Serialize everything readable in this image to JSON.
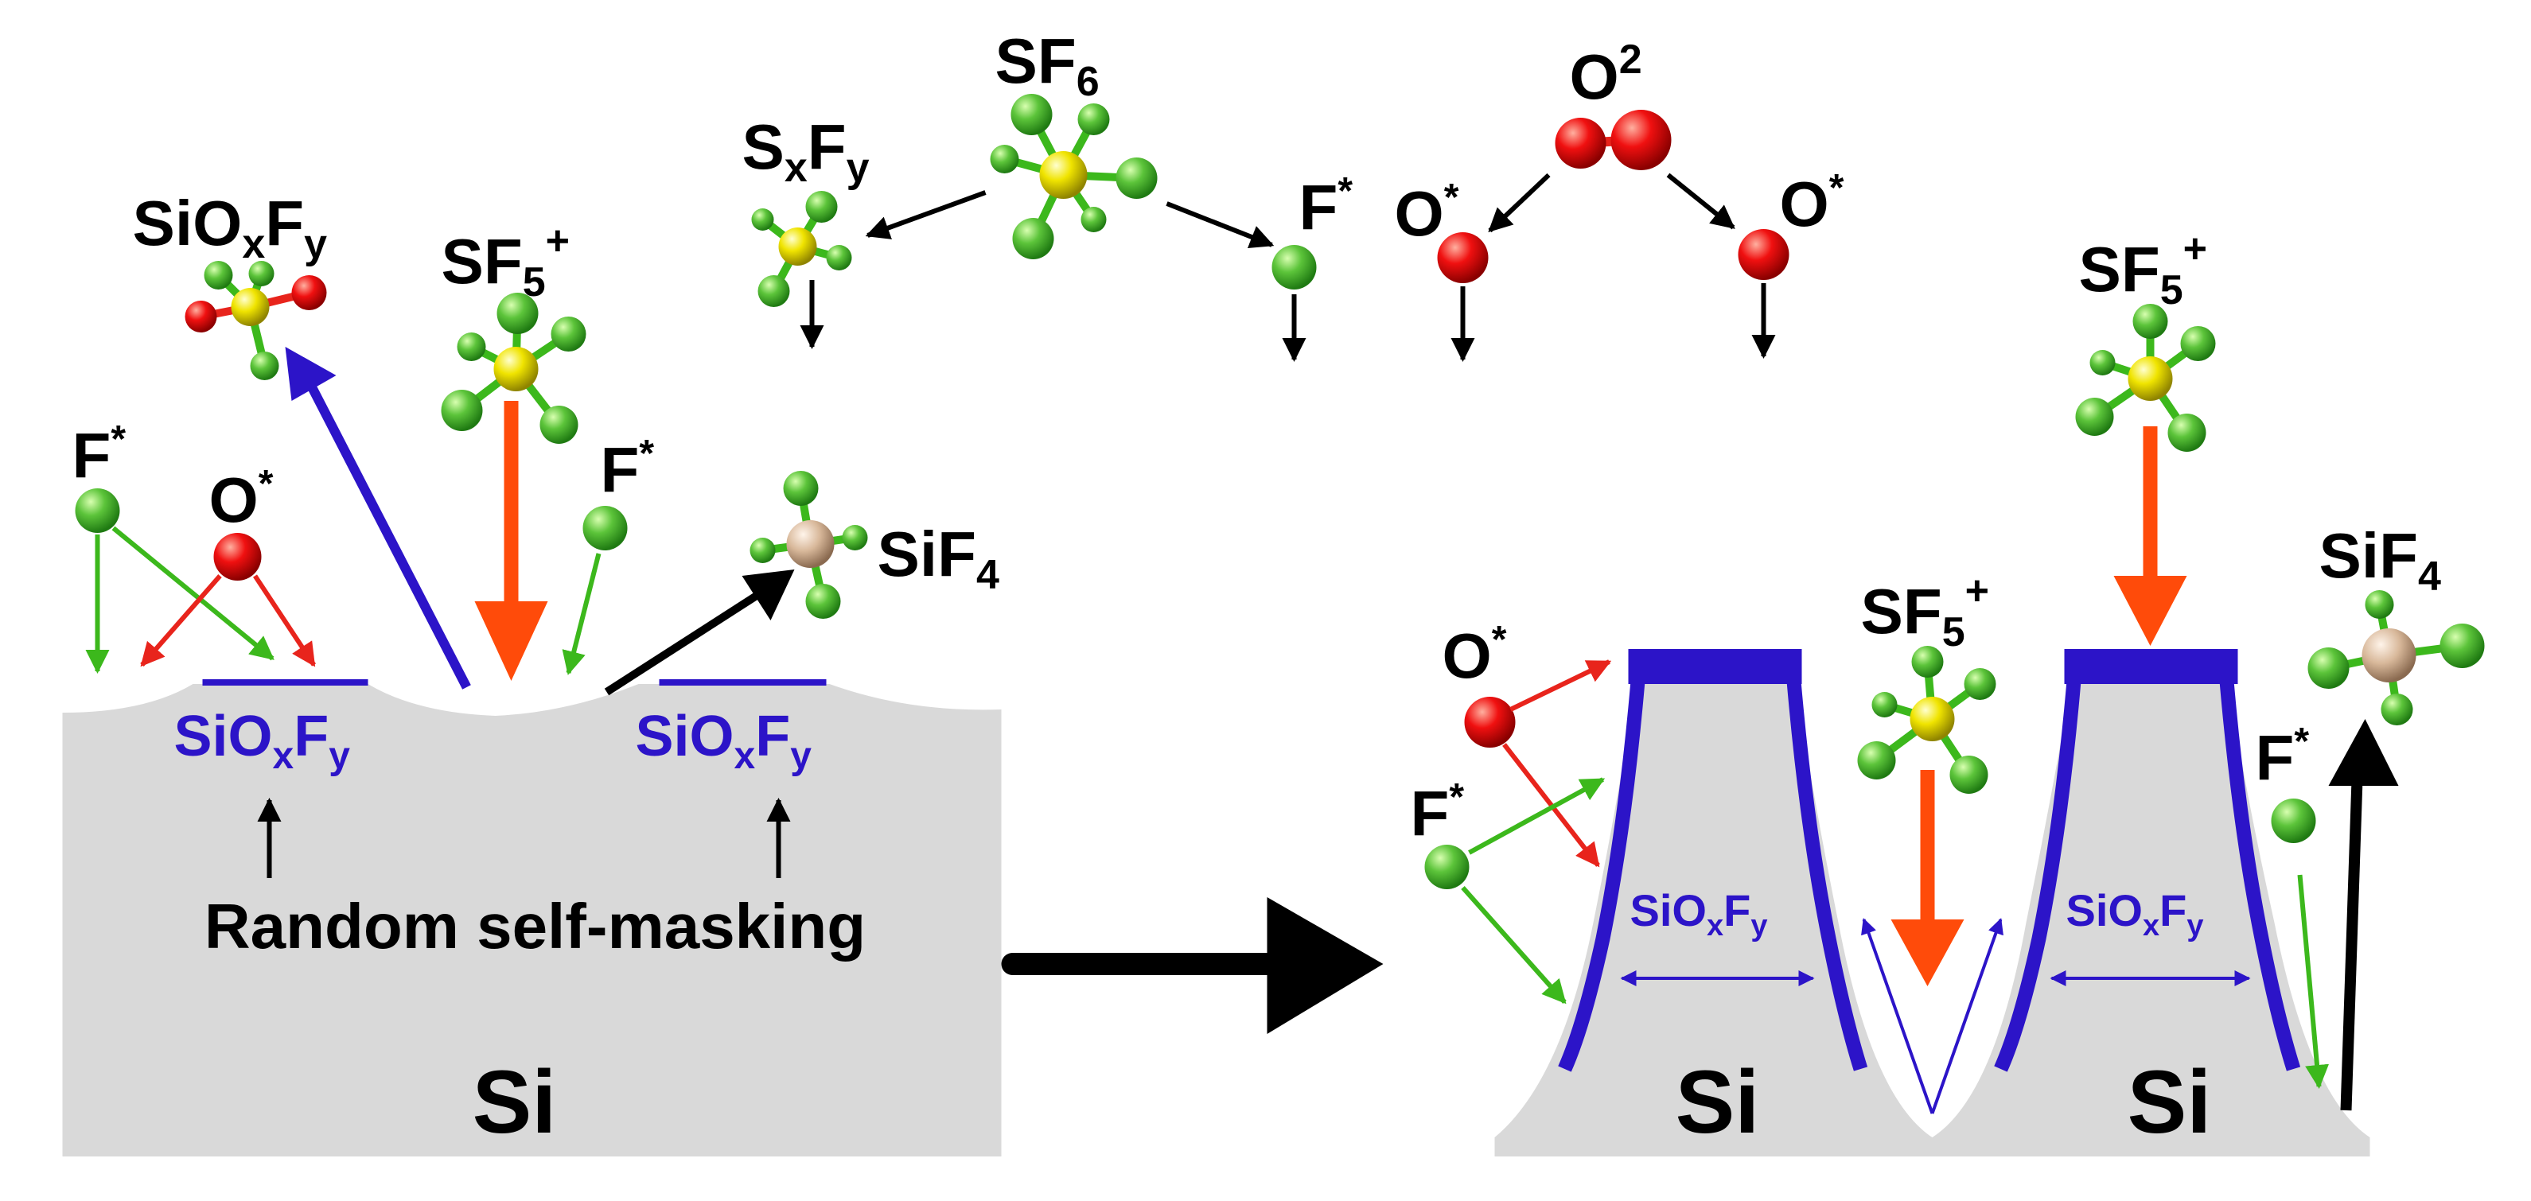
{
  "labels": {
    "sf6": "SF",
    "sf6_sub": "6",
    "o2": "O",
    "o2_sup": "2",
    "sxfy_s": "S",
    "sxfy_x": "x",
    "sxfy_f": "F",
    "sxfy_y": "y",
    "f_star": "F",
    "o_star": "O",
    "star": "*",
    "sioxfy_si": "SiO",
    "sioxfy_x": "x",
    "sioxfy_f": "F",
    "sioxfy_y": "y",
    "sf5_sf": "SF",
    "sf5_5": "5",
    "sf5_plus": "+",
    "sif4_sif": "SiF",
    "sif4_4": "4",
    "random_self_masking": "Random self-masking",
    "si": "Si"
  },
  "colors": {
    "fluorine": "#3cb81c",
    "oxygen": "#e60000",
    "sulfur": "#e0d400",
    "silicon_atom": "#d8b89a",
    "passivation": "#2c14c8",
    "ion_arrow": "#ff4b0a",
    "black_arrow": "#000000",
    "substrate": "#d9d9d9"
  }
}
